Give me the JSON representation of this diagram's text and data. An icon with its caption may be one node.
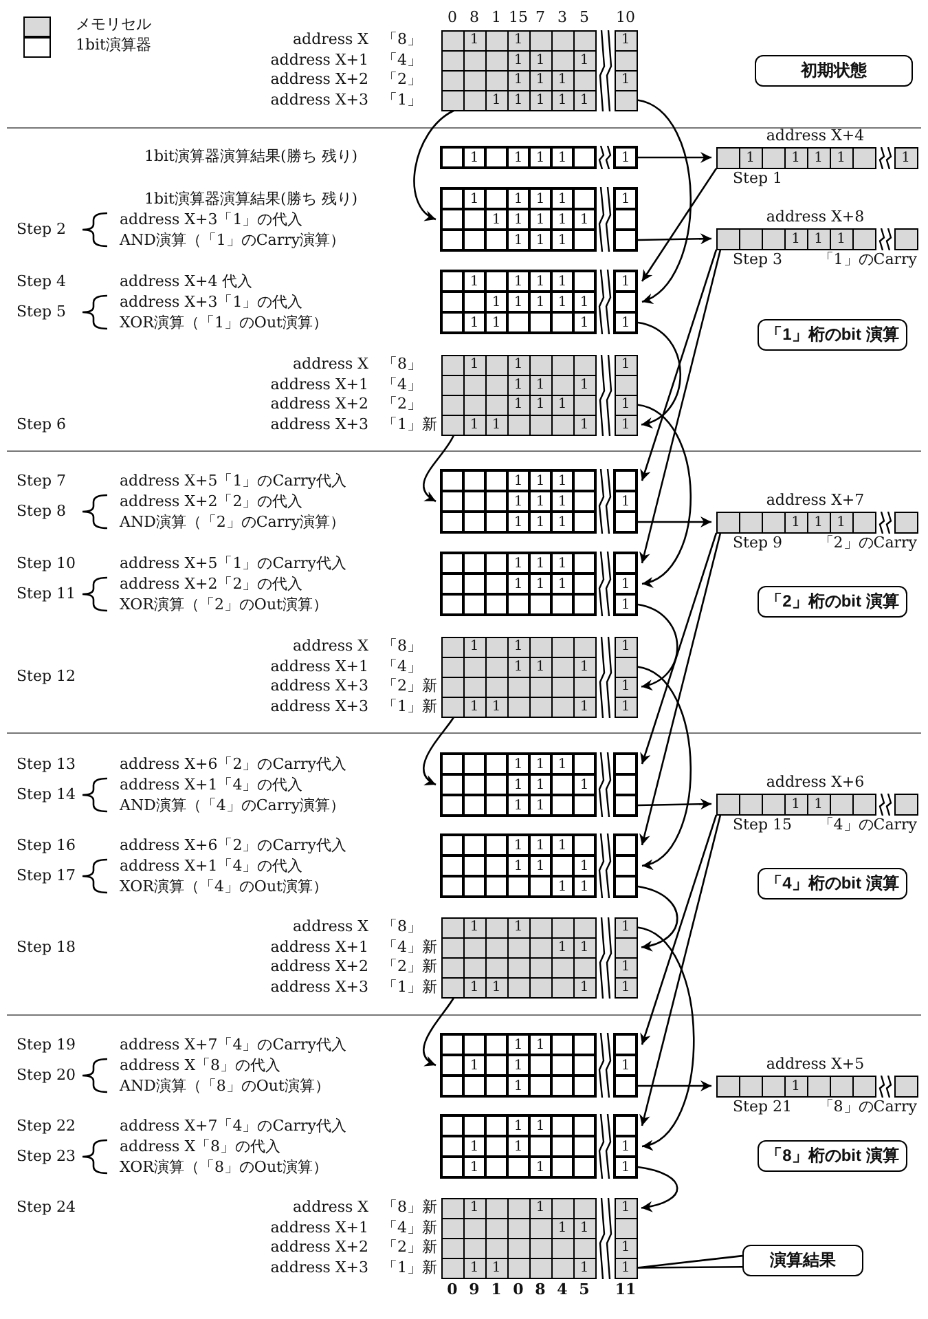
{
  "diagram": {
    "nodes": [
      {
        "text": [
          "1",
          "1",
          "1",
          "1",
          "1",
          "1",
          "1",
          "1",
          "1",
          "1",
          "1",
          "1",
          "1",
          "1",
          "1"
        ],
        "beside": [
          "0",
          "8",
          "1",
          "15",
          "7",
          "3",
          "5",
          "10",
          "address X",
          "「8」",
          "address X+1",
          "「4」",
          "address X+2",
          "「2」",
          "address X+3",
          "「1」"
        ]
      },
      {
        "text": [
          "初期状態"
        ]
      },
      {
        "text": [
          "1",
          "1",
          "1",
          "1",
          "1"
        ]
      },
      {
        "text": [
          "1",
          "1",
          "1",
          "1",
          "1"
        ],
        "beside": [
          "address X+4",
          "Step 1"
        ]
      },
      {
        "text": [
          "1",
          "1",
          "1",
          "1",
          "1",
          "1",
          "1",
          "1",
          "1",
          "1",
          "1",
          "1",
          "1"
        ],
        "beside": [
          "1bit演算器演算結果(勝ち 残り)",
          "Step 2",
          "address X+3「1」の代入",
          "AND演算（「1」のCarry演算）"
        ]
      },
      {
        "text": [
          "1",
          "1",
          "1"
        ],
        "beside": [
          "address X+8",
          "Step 3",
          "「1」のCarry"
        ]
      },
      {
        "text": [
          "1",
          "1",
          "1",
          "1",
          "1",
          "1",
          "1",
          "1",
          "1",
          "1",
          "1",
          "1",
          "1",
          "1"
        ],
        "beside": [
          "Step 4",
          "address X+4 代入",
          "Step 5",
          "address X+3「1」の代入",
          "XOR演算（「1」のOut演算）"
        ]
      },
      {
        "text": [
          "「1」桁のbit 演算"
        ]
      },
      {
        "text": [
          "1",
          "1",
          "1",
          "1",
          "1",
          "1",
          "1",
          "1",
          "1",
          "1",
          "1",
          "1",
          "1",
          "1"
        ],
        "beside": [
          "address X",
          "「8」",
          "address X+1",
          "「4」",
          "address X+2",
          "「2」",
          "address X+3",
          "「1」新"
        ]
      },
      {
        "text": [
          "1",
          "1",
          "1",
          "1",
          "1",
          "1",
          "1",
          "1",
          "1",
          "1"
        ],
        "beside": [
          "Step 7",
          "address X+5「1」のCarry代入",
          "Step 8",
          "address X+2「2」の代入",
          "AND演算（「2」のCarry演算）"
        ]
      },
      {
        "text": [
          "1",
          "1",
          "1"
        ],
        "beside": [
          "address X+7",
          "Step 9",
          "「2」のCarry"
        ]
      },
      {
        "text": [
          "1",
          "1",
          "1",
          "1",
          "1",
          "1",
          "1",
          "1"
        ],
        "beside": [
          "Step 10",
          "address X+5「1」のCarry代入",
          "Step 11",
          "address X+2「2」の代入",
          "XOR演算（「2」のOut演算）"
        ]
      },
      {
        "text": [
          "「2」桁のbit 演算"
        ]
      },
      {
        "text": [
          "1",
          "1",
          "1",
          "1",
          "1",
          "1",
          "1",
          "1",
          "1",
          "1",
          "1"
        ],
        "beside": [
          "address X",
          "「8」",
          "address X+1",
          "「4」",
          "address X+3",
          "「2」新",
          "address X+3",
          "「1」新"
        ]
      },
      {
        "text": [
          "1",
          "1",
          "1",
          "1",
          "1",
          "1",
          "1",
          "1"
        ],
        "beside": [
          "Step 13",
          "address X+6「2」のCarry代入",
          "Step 14",
          "address X+1「4」の代入",
          "AND演算（「4」のCarry演算）"
        ]
      },
      {
        "text": [
          "1",
          "1"
        ],
        "beside": [
          "address X+6",
          "Step 15",
          "「4」のCarry"
        ]
      },
      {
        "text": [
          "1",
          "1",
          "1",
          "1",
          "1",
          "1",
          "1",
          "1"
        ],
        "beside": [
          "Step 16",
          "address X+6「2」のCarry代入",
          "Step 17",
          "address X+1「4」の代入",
          "XOR演算（「4」のOut演算）"
        ]
      },
      {
        "text": [
          "「4」桁のbit 演算"
        ]
      },
      {
        "text": [
          "1",
          "1",
          "1",
          "1",
          "1",
          "1",
          "1",
          "1",
          "1",
          "1"
        ],
        "beside": [
          "address X",
          "「8」",
          "address X+1",
          "「4」新",
          "address X+2",
          "「2」新",
          "address X+3",
          "「1」新"
        ]
      },
      {
        "text": [
          "1",
          "1",
          "1",
          "1",
          "1",
          "1"
        ],
        "beside": [
          "Step 19",
          "address X+7「4」のCarry代入",
          "Step 20",
          "address X「8」の代入",
          "AND演算（「8」のOut演算）"
        ]
      },
      {
        "text": [
          "1"
        ],
        "beside": [
          "address X+5",
          "Step 21",
          "「8」のCarry"
        ]
      },
      {
        "text": [
          "1",
          "1",
          "1",
          "1",
          "1",
          "1",
          "1",
          "1"
        ],
        "beside": [
          "Step 22",
          "address X+7「4」のCarry代入",
          "Step 23",
          "address X「8」の代入",
          "XOR演算（「8」のOut演算）"
        ]
      },
      {
        "text": [
          "「8」桁のbit 演算"
        ]
      },
      {
        "text": [
          "1",
          "1",
          "1",
          "1",
          "1",
          "1",
          "1",
          "1",
          "1",
          "1"
        ],
        "beside": [
          "address X",
          "「8」新",
          "address X+1",
          "「4」新",
          "address X+2",
          "「2」新",
          "address X+3",
          "「1」新",
          "0",
          "9",
          "1",
          "0",
          "8",
          "4",
          "5",
          "11"
        ]
      },
      {
        "text": [
          "演算結果"
        ]
      }
    ],
    "edges": [
      {
        "from": 0,
        "to": 4,
        "arrow": "to"
      },
      {
        "from": 0,
        "to": 6,
        "arrow": "to"
      },
      {
        "from": 2,
        "to": 3,
        "arrow": "to"
      },
      {
        "from": 3,
        "to": 6,
        "arrow": "to"
      },
      {
        "from": 4,
        "to": 5,
        "arrow": "to"
      },
      {
        "from": 6,
        "to": 8,
        "arrow": "to"
      },
      {
        "from": 8,
        "to": 9,
        "arrow": "to"
      },
      {
        "from": 8,
        "to": 11,
        "arrow": "to"
      },
      {
        "from": 5,
        "to": 9,
        "arrow": "to"
      },
      {
        "from": 5,
        "to": 11,
        "arrow": "to"
      },
      {
        "from": 9,
        "to": 10,
        "arrow": "to"
      },
      {
        "from": 11,
        "to": 13,
        "arrow": "to"
      },
      {
        "from": 13,
        "to": 14,
        "arrow": "to"
      },
      {
        "from": 13,
        "to": 16,
        "arrow": "to"
      },
      {
        "from": 10,
        "to": 14,
        "arrow": "to"
      },
      {
        "from": 10,
        "to": 16,
        "arrow": "to"
      },
      {
        "from": 14,
        "to": 15,
        "arrow": "to"
      },
      {
        "from": 16,
        "to": 18,
        "arrow": "to"
      },
      {
        "from": 18,
        "to": 19,
        "arrow": "to"
      },
      {
        "from": 18,
        "to": 21,
        "arrow": "to"
      },
      {
        "from": 15,
        "to": 19,
        "arrow": "to"
      },
      {
        "from": 15,
        "to": 21,
        "arrow": "to"
      },
      {
        "from": 19,
        "to": 20,
        "arrow": "to"
      },
      {
        "from": 21,
        "to": 23,
        "arrow": "to"
      },
      {
        "from": 24,
        "to": 23,
        "arrow": "none"
      }
    ],
    "labels": [
      "1bit演算器演算結果(勝ち 残り)",
      "Step 6",
      "Step 12",
      "Step 18",
      "Step 24"
    ],
    "legend": [
      {
        "text": "メモリセル",
        "color": "#d9d9d9"
      },
      {
        "text": "1bit演算器",
        "color": "#ffffff"
      }
    ]
  }
}
